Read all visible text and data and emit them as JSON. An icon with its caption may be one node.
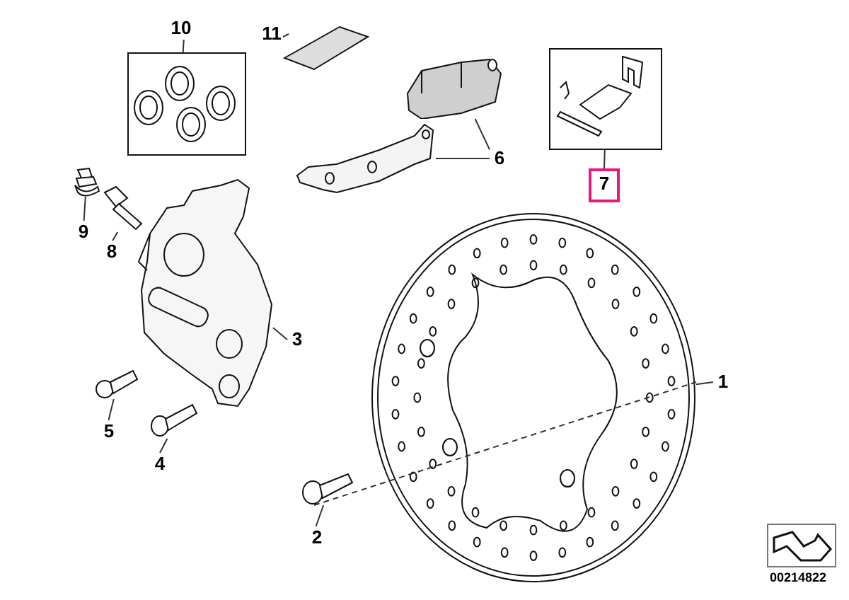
{
  "diagram": {
    "nodes": [
      {
        "text": [
          "10"
        ]
      },
      {
        "text": [],
        "shape": "picture"
      },
      {
        "text": [
          "11"
        ]
      },
      {
        "text": [],
        "shape": "picture"
      },
      {
        "text": [
          "6"
        ]
      },
      {
        "text": [],
        "shape": "picture"
      },
      {
        "text": [],
        "shape": "picture"
      },
      {
        "text": [
          "7"
        ]
      },
      {
        "text": [],
        "shape": "picture"
      },
      {
        "text": [
          "9"
        ]
      },
      {
        "text": [],
        "shape": "picture"
      },
      {
        "text": [
          "8"
        ]
      },
      {
        "text": [],
        "shape": "picture"
      },
      {
        "text": [
          "3"
        ]
      },
      {
        "text": [],
        "shape": "picture"
      },
      {
        "text": [
          "1"
        ]
      },
      {
        "text": [],
        "shape": "picture"
      },
      {
        "text": [
          "5"
        ]
      },
      {
        "text": [],
        "shape": "picture"
      },
      {
        "text": [
          "4"
        ]
      },
      {
        "text": [],
        "shape": "picture"
      },
      {
        "text": [
          "2"
        ]
      },
      {
        "text": [],
        "shape": "picture"
      }
    ],
    "edges": [
      {
        "from": 0,
        "to": 1,
        "arrow": "none"
      },
      {
        "from": 2,
        "to": 3,
        "arrow": "none"
      },
      {
        "from": 4,
        "to": 5,
        "arrow": "none"
      },
      {
        "from": 4,
        "to": 6,
        "arrow": "none"
      },
      {
        "from": 7,
        "to": 8,
        "arrow": "none"
      },
      {
        "from": 9,
        "to": 10,
        "arrow": "none"
      },
      {
        "from": 11,
        "to": 12,
        "arrow": "none"
      },
      {
        "from": 13,
        "to": 14,
        "arrow": "none"
      },
      {
        "from": 15,
        "to": 16,
        "arrow": "none"
      },
      {
        "from": 17,
        "to": 18,
        "arrow": "none"
      },
      {
        "from": 19,
        "to": 20,
        "arrow": "none"
      },
      {
        "from": 21,
        "to": 22,
        "arrow": "none"
      },
      {
        "from": 22,
        "to": 16,
        "arrow": "none",
        "style": "dashed"
      }
    ],
    "labels": [
      "00214822"
    ]
  }
}
